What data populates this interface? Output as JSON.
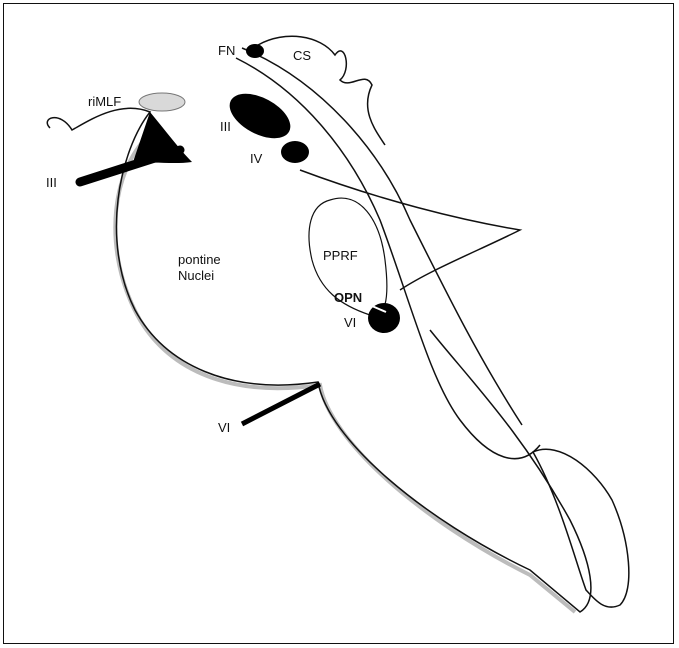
{
  "labels": {
    "fn": "FN",
    "cs": "CS",
    "rimlf": "riMLF",
    "iii_nucleus": "III",
    "iii_nerve": "III",
    "iv": "IV",
    "pontine_line1": "pontine",
    "pontine_line2": "Nuclei",
    "pprf": "PPRF",
    "opn": "OPN",
    "vi_nucleus": "VI",
    "vi_nerve": "VI"
  },
  "colors": {
    "outline": "#111111",
    "nucleus_fill": "#000000",
    "rimlf_fill": "#d9d9d9",
    "shadow": "#b5b5b5"
  }
}
